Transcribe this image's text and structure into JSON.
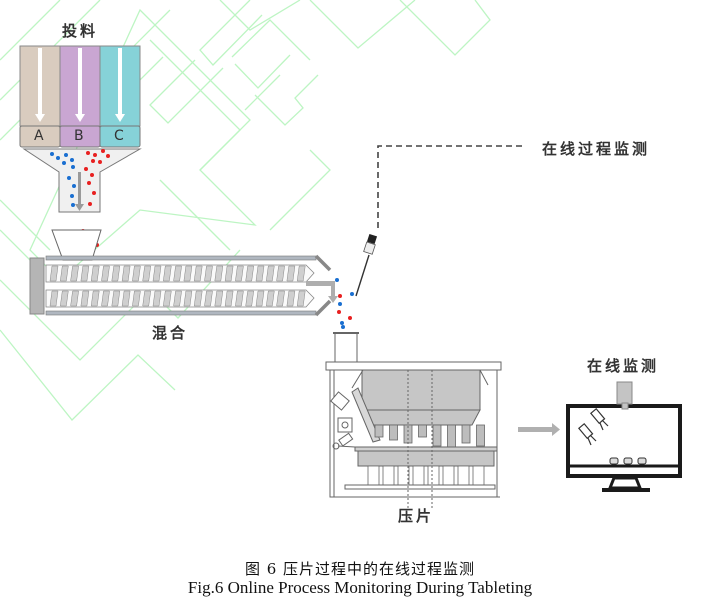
{
  "figure": {
    "labels": {
      "feeding": "投料",
      "mixing": "混合",
      "online_process_monitoring": "在线过程监测",
      "tableting": "压片",
      "online_monitoring": "在线监测"
    },
    "hoppers": [
      {
        "label": "A",
        "color": "#d9ccbf"
      },
      {
        "label": "B",
        "color": "#c9a6d2"
      },
      {
        "label": "C",
        "color": "#86d2d8"
      }
    ],
    "particle_colors": {
      "blue": "#1a6fd1",
      "red": "#e82020"
    },
    "watermark_color": "#b9f5c0",
    "caption": {
      "chinese": "图 6  压片过程中的在线过程监测",
      "english": "Fig.6 Online Process Monitoring During Tableting"
    }
  }
}
